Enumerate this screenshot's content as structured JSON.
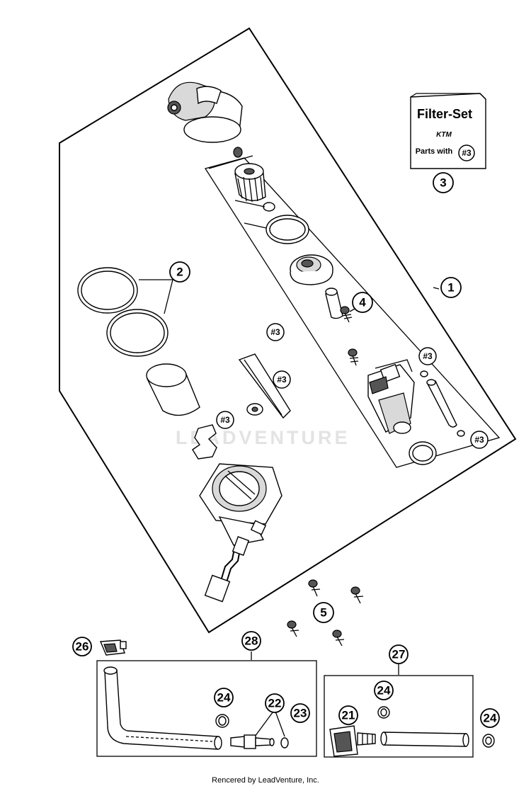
{
  "watermark": "LEADVENTURE",
  "footer": "Rencered by LeadVenture, Inc.",
  "filter_set_box": {
    "title": "Filter-Set",
    "brand": "KTM",
    "parts_with_label": "Parts with",
    "parts_ref": "#3"
  },
  "ref_marker": "#3",
  "callouts": [
    "1",
    "2",
    "3",
    "4",
    "5",
    "21",
    "22",
    "23",
    "24",
    "26",
    "27",
    "28"
  ]
}
